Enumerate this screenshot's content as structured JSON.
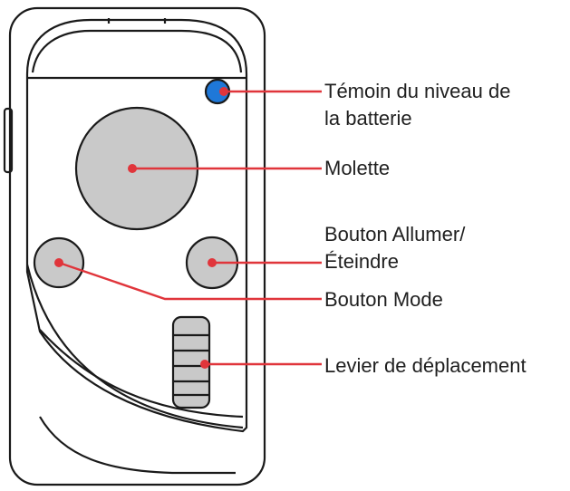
{
  "labels": {
    "battery_line1": "Témoin du niveau de",
    "battery_line2": "la batterie",
    "wheel": "Molette",
    "power_line1": "Bouton Allumer/",
    "power_line2": "Éteindre",
    "mode": "Bouton Mode",
    "lever": "Levier de déplacement"
  },
  "colors": {
    "outline": "#1a1a1a",
    "callout": "#e0353b",
    "battery_led": "#1f78d8",
    "control_fill": "#c9c9c9"
  }
}
